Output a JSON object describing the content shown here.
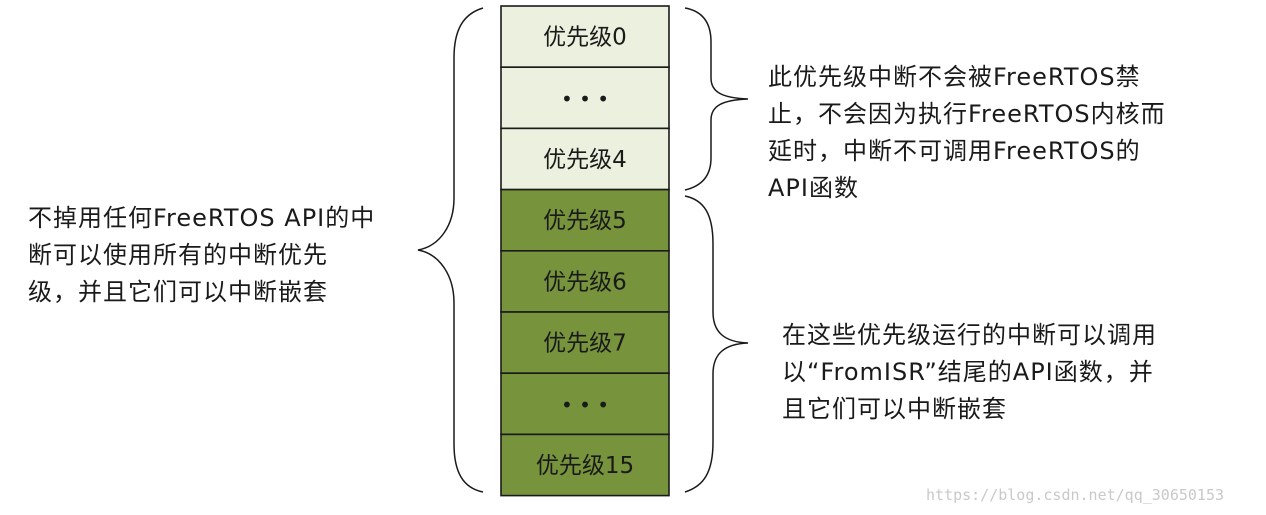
{
  "levels": [
    {
      "label": "优先级0",
      "group": "high"
    },
    {
      "label": "• • •",
      "group": "high"
    },
    {
      "label": "优先级4",
      "group": "high"
    },
    {
      "label": "优先级5",
      "group": "low"
    },
    {
      "label": "优先级6",
      "group": "low"
    },
    {
      "label": "优先级7",
      "group": "low"
    },
    {
      "label": "• • •",
      "group": "low"
    },
    {
      "label": "优先级15",
      "group": "low"
    }
  ],
  "annotations": {
    "left": "不掉用任何FreeRTOS API的中\n断可以使用所有的中断优先\n级，并且它们可以中断嵌套",
    "top": "此优先级中断不会被FreeRTOS禁\n止，不会因为执行FreeRTOS内核而\n延时，中断不可调用FreeRTOS的\nAPI函数",
    "bottom": "在这些优先级运行的中断可以调用\n以“FromISR”结尾的API函数，并\n且它们可以中断嵌套"
  },
  "watermark": "https://blog.csdn.net/qq_30650153",
  "colors": {
    "high_fill": "#ebf1de",
    "low_fill": "#77933c",
    "outline": "#1a1a1a",
    "text": "#1a1a1a"
  }
}
